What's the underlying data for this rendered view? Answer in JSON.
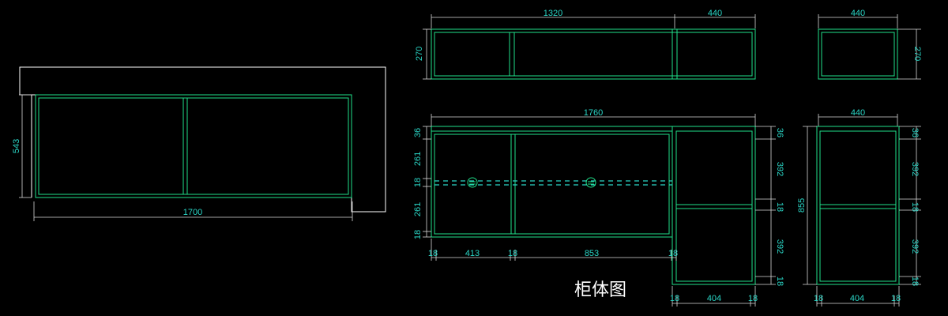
{
  "drawing": {
    "title": "柜体图",
    "colors": {
      "background": "#000000",
      "outline": "#ffffff",
      "panel": "#1fe08a",
      "dimension_text": "#2ad6c6"
    },
    "elevation_left": {
      "width_label": "1700",
      "height_label": "543"
    },
    "upper_front": {
      "width_main": "1320",
      "width_side": "440",
      "height": "270"
    },
    "upper_side": {
      "width": "440",
      "height": "270"
    },
    "lower_front": {
      "overall_width": "1760",
      "left_heights": [
        "36",
        "261",
        "18",
        "261",
        "18"
      ],
      "bottom_widths": [
        "18",
        "413",
        "18",
        "853",
        "18"
      ],
      "right_heights": [
        "36",
        "392",
        "18",
        "392",
        "18"
      ],
      "right_bottom": [
        "18",
        "404",
        "18"
      ]
    },
    "lower_side": {
      "width": "440",
      "height": "855",
      "right_heights": [
        "36",
        "392",
        "18",
        "392",
        "18"
      ],
      "bottom_widths": [
        "18",
        "404",
        "18"
      ]
    }
  }
}
